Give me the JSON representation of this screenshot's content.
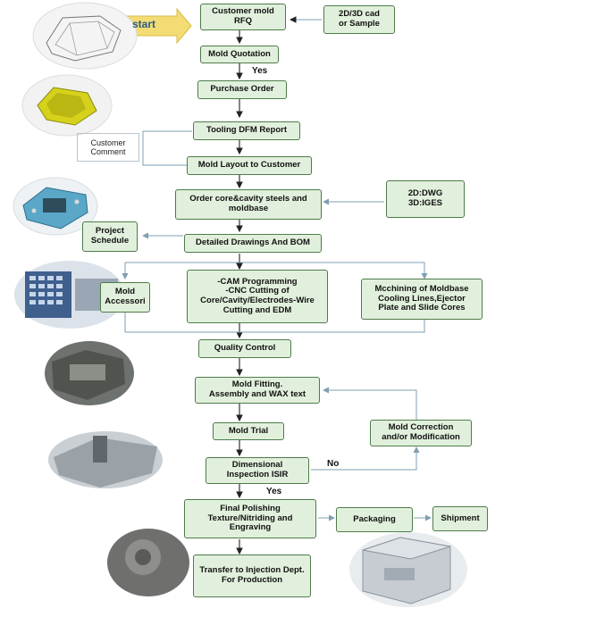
{
  "start_label": "start",
  "steps": {
    "rfq": "Customer mold\nRFQ",
    "cad": "2D/3D cad\nor Sample",
    "quotation": "Mold Quotation",
    "purchase": "Purchase Order",
    "dfm": "Tooling DFM Report",
    "customer_comment": "Customer\nComment",
    "layout": "Mold Layout to Customer",
    "order_steels": "Order core&cavity steels and\nmoldbase",
    "dwg": "2D:DWG\n3D:IGES",
    "project_schedule": "Project\nSchedule",
    "drawings_bom": "Detailed Drawings And BOM",
    "mold_accessori": "Mold\nAccessori",
    "cam": "-CAM Programming\n-CNC Cutting of\nCore/Cavity/Electrodes-Wire\nCutting and EDM",
    "machining": "Mcchining of Moldbase\nCooling Lines,Ejector\nPlate and Slide Cores",
    "quality": "Quality Control",
    "fitting": "Mold Fitting.\nAssembly and WAX text",
    "correction": "Mold Correction\nand/or Modification",
    "trial": "Mold Trial",
    "dimensional": "Dimensional\nInspection ISIR",
    "polishing": "Final Polishing\nTexture/Nitriding and\nEngraving",
    "packaging": "Packaging",
    "shipment": "Shipment",
    "transfer": "Transfer to Injection Dept.\nFor Production"
  },
  "labels": {
    "yes_1": "Yes",
    "no": "No",
    "yes_2": "Yes"
  },
  "colors": {
    "box_fill": "#e1f0dc",
    "box_border": "#4e7b4a",
    "arrow": "#222222",
    "light_arrow": "#9fb8c6",
    "start_arrow": "#f2d96a"
  }
}
